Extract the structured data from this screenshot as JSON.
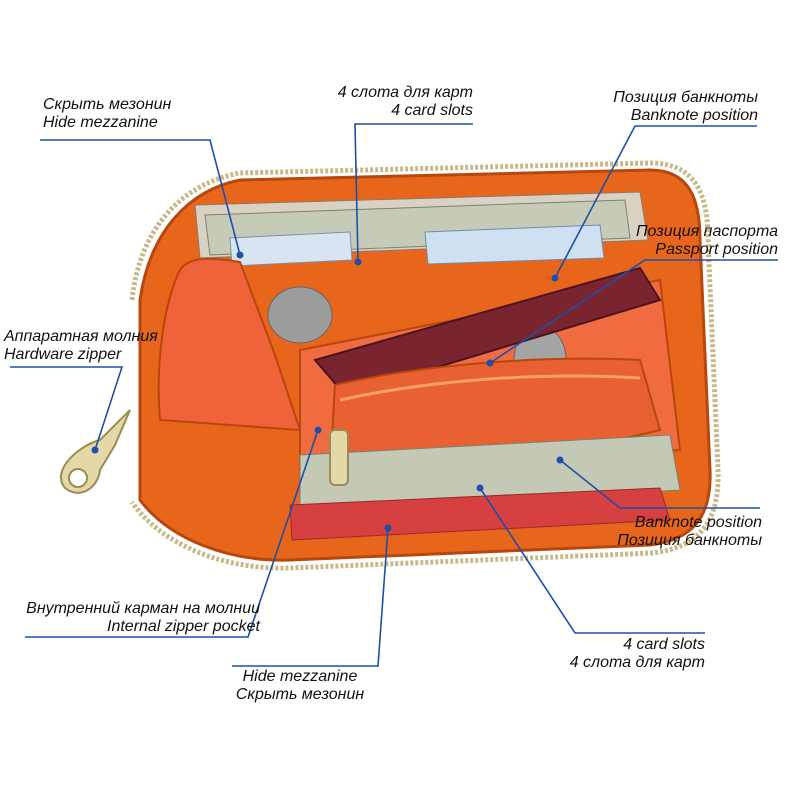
{
  "colors": {
    "leader_line": "#1f4fa8",
    "wallet_leather": "#e8651c",
    "wallet_shadow": "#b8470c",
    "lining": "#f0623a",
    "zipper": "#c9b98a",
    "card_purple": "#7a2430"
  },
  "callouts": {
    "hide_mezzanine_top": {
      "ru": "Скрыть мезонин",
      "en": "Hide mezzanine"
    },
    "card_slots_top": {
      "ru": "4 слота для карт",
      "en": "4 card slots"
    },
    "banknote_top": {
      "ru": "Позиция банкноты",
      "en": "Banknote position"
    },
    "passport": {
      "ru": "Позиция паспорта",
      "en": "Passport position"
    },
    "hardware_zipper": {
      "ru": "Аппаратная молния",
      "en": "Hardware zipper"
    },
    "banknote_bottom": {
      "en": "Banknote position",
      "ru": "Позиция банкноты"
    },
    "internal_zipper_pocket": {
      "ru": "Внутренний карман на молнии",
      "en": "Internal zipper pocket"
    },
    "card_slots_bottom": {
      "en": "4 card slots",
      "ru": "4 слота для карт"
    },
    "hide_mezzanine_bottom": {
      "en": "Hide mezzanine",
      "ru": "Скрыть мезонин"
    }
  }
}
